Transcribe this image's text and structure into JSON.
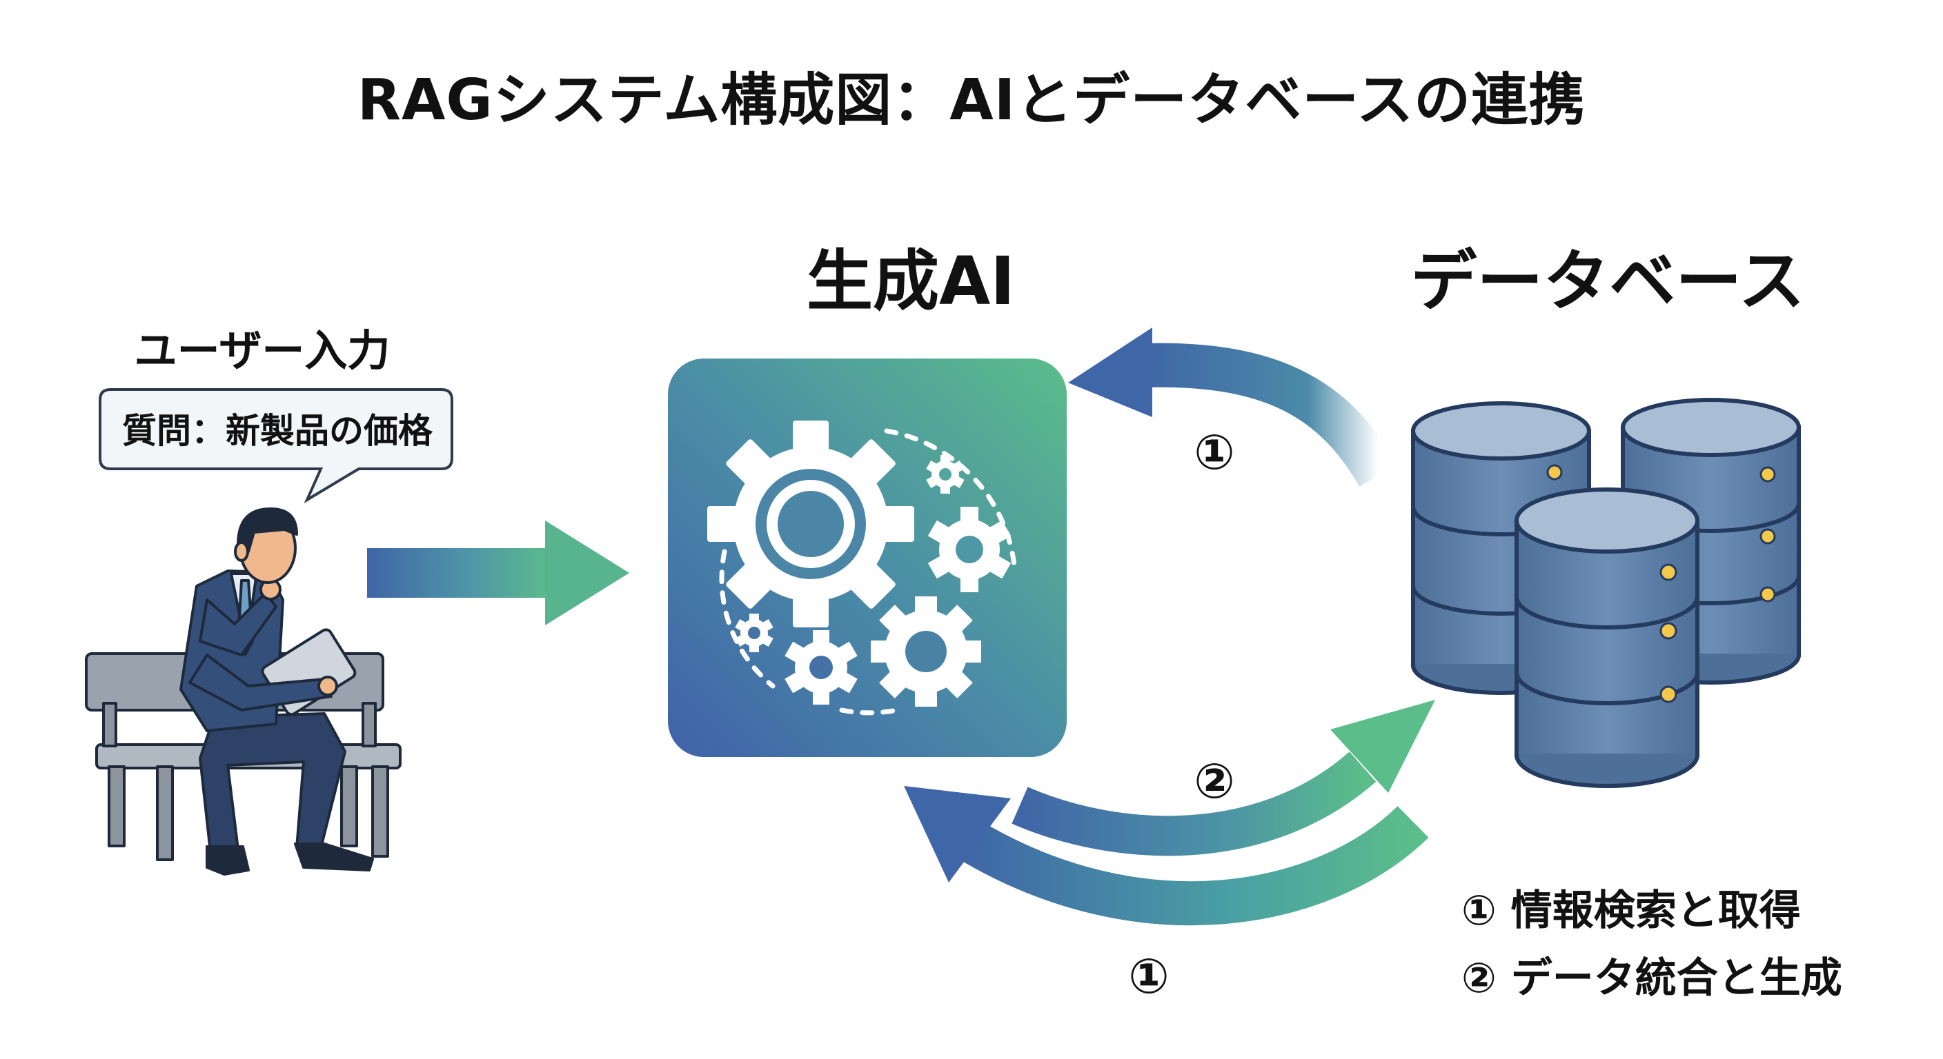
{
  "title": "RAGシステム構成図：AIとデータベースの連携",
  "sections": {
    "ai_heading": "生成AI",
    "db_heading": "データベース",
    "user_heading": "ユーザー入力"
  },
  "user": {
    "question": "質問：新製品の価格"
  },
  "flow_labels": {
    "top_return": "①",
    "middle_forward": "②",
    "bottom_return": "①"
  },
  "legend": {
    "item1": "① 情報検索と取得",
    "item2": "② データ統合と生成"
  },
  "colors": {
    "gradient_blue": "#3f66a6",
    "gradient_teal": "#4f9ea8",
    "gradient_green": "#5bbd8a",
    "db_body": "#5b7ea6",
    "db_top": "#a9bdd4",
    "db_outline": "#243a5e",
    "db_light": "#f4c84a",
    "bubble_bg": "#f3f6f8",
    "bubble_border": "#2e3b4d"
  },
  "icons": {
    "ai_box": "gears-icon",
    "database": "database-stack-icon",
    "user": "businessman-reading-tablet-icon"
  }
}
